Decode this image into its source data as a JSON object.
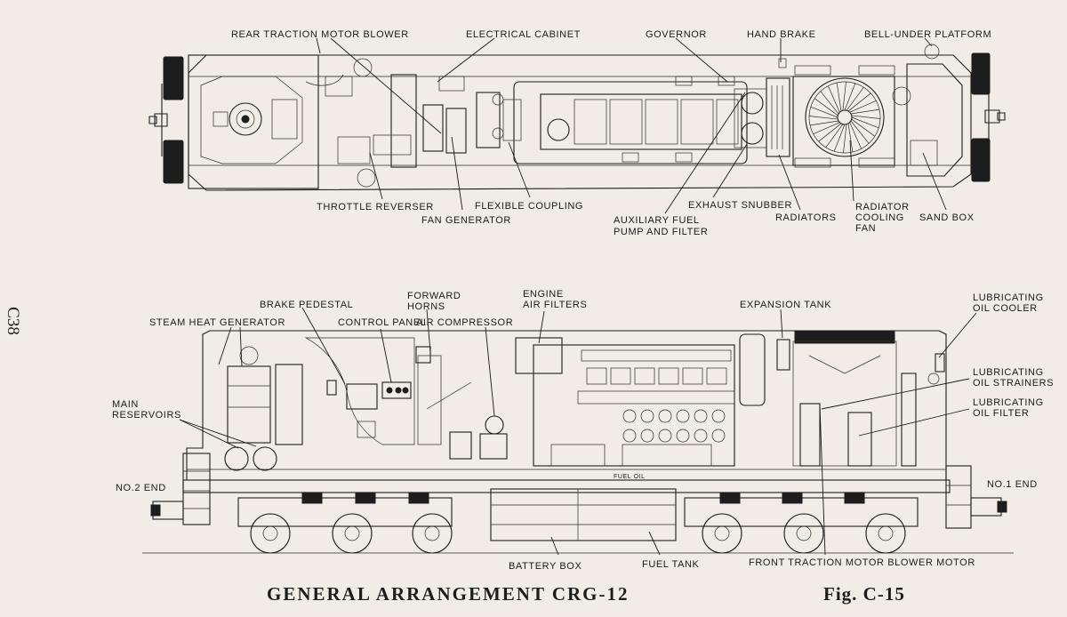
{
  "page_ref": "C38",
  "caption": "GENERAL ARRANGEMENT CRG-12",
  "figure": "Fig. C-15",
  "plan_labels": {
    "rear_traction_motor_blower": "REAR TRACTION MOTOR BLOWER",
    "electrical_cabinet": "ELECTRICAL CABINET",
    "governor": "GOVERNOR",
    "hand_brake": "HAND BRAKE",
    "bell_under_platform": "BELL-UNDER PLATFORM",
    "throttle_reverser": "THROTTLE REVERSER",
    "fan_generator": "FAN GENERATOR",
    "flexible_coupling": "FLEXIBLE COUPLING",
    "exhaust_snubber": "EXHAUST SNUBBER",
    "aux_fuel_1": "AUXILIARY FUEL",
    "aux_fuel_2": "PUMP AND FILTER",
    "radiators": "RADIATORS",
    "radiator_cooling_fan_1": "RADIATOR",
    "radiator_cooling_fan_2": "COOLING",
    "radiator_cooling_fan_3": "FAN",
    "sand_box": "SAND BOX"
  },
  "elevation_labels": {
    "brake_pedestal": "BRAKE PEDESTAL",
    "forward_horns_1": "FORWARD",
    "forward_horns_2": "HORNS",
    "engine_air_filters_1": "ENGINE",
    "engine_air_filters_2": "AIR FILTERS",
    "steam_heat_generator": "STEAM HEAT GENERATOR",
    "control_panel": "CONTROL PANEL",
    "air_compressor": "AIR COMPRESSOR",
    "expansion_tank": "EXPANSION TANK",
    "lube_oil_cooler_1": "LUBRICATING",
    "lube_oil_cooler_2": "OIL COOLER",
    "lube_oil_strainers_1": "LUBRICATING",
    "lube_oil_strainers_2": "OIL STRAINERS",
    "lube_oil_filter_1": "LUBRICATING",
    "lube_oil_filter_2": "OIL FILTER",
    "main_reservoirs_1": "MAIN",
    "main_reservoirs_2": "RESERVOIRS",
    "no2_end": "NO.2 END",
    "no1_end": "NO.1 END",
    "fuel_oil": "FUEL OIL",
    "battery_box": "BATTERY BOX",
    "fuel_tank": "FUEL TANK",
    "front_traction_motor_blower_motor": "FRONT TRACTION MOTOR BLOWER MOTOR"
  }
}
